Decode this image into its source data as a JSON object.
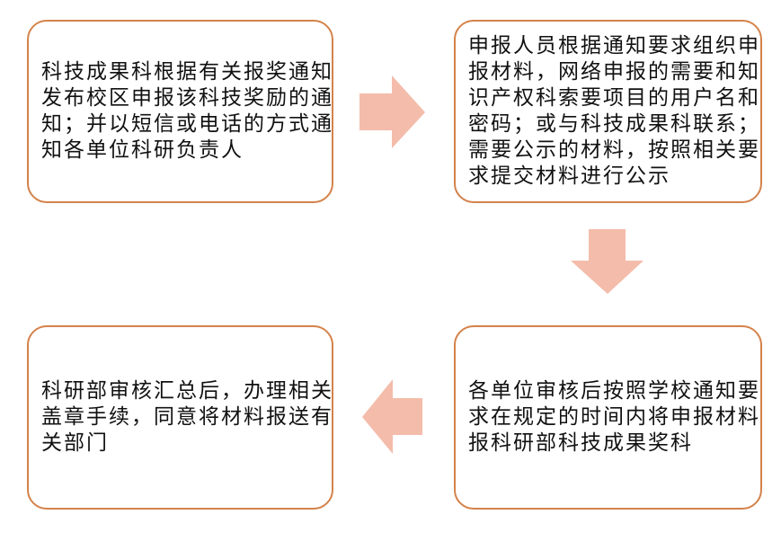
{
  "colors": {
    "border": "#d4824a",
    "arrow": "#f4bcaa"
  },
  "steps": [
    {
      "lines": [
        "科技成果科根据有关报奖通知",
        "发布校区申报该科技奖励的通",
        "知；并以短信或电话的方式通",
        "知各单位科研负责人"
      ]
    },
    {
      "lines": [
        "申报人员根据通知要求组织申",
        "报材料，网络申报的需要和知",
        "识产权科索要项目的用户名和",
        "密码；或与科技成果科联系；",
        "需要公示的材料，按照相关要",
        "求提交材料进行公示"
      ]
    },
    {
      "lines": [
        "各单位审核后按照学校通知要",
        "求在规定的时间内将申报材料",
        "报科研部科技成果奖科"
      ]
    },
    {
      "lines": [
        "科研部审核汇总后，办理相关",
        "盖章手续，同意将材料报送有",
        "关部门"
      ]
    }
  ]
}
